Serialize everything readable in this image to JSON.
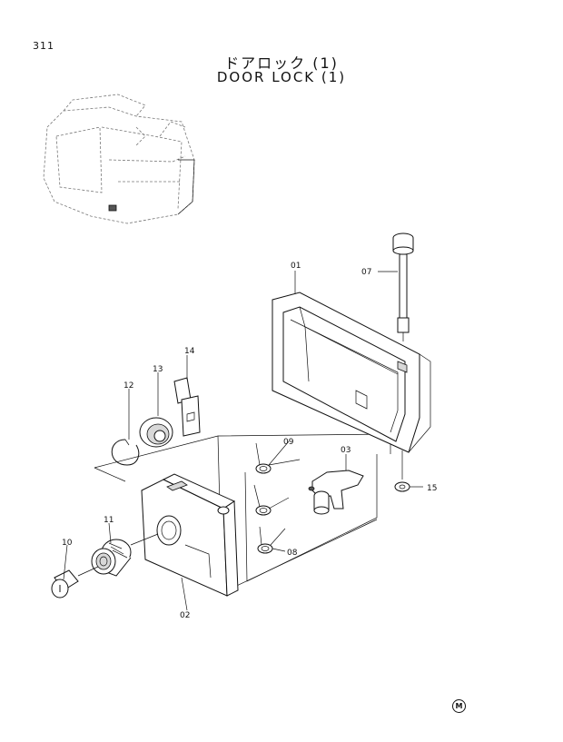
{
  "header": {
    "page_number": "311",
    "title_jp": "ドアロック (1)",
    "title_en": "DOOR LOCK (1)"
  },
  "callouts": {
    "c01": "01",
    "c02": "02",
    "c03": "03",
    "c07": "07",
    "c08": "08",
    "c09": "09",
    "c10": "10",
    "c11": "11",
    "c12": "12",
    "c13": "13",
    "c14": "14",
    "c15": "15"
  },
  "footer": {
    "mark": "M"
  }
}
